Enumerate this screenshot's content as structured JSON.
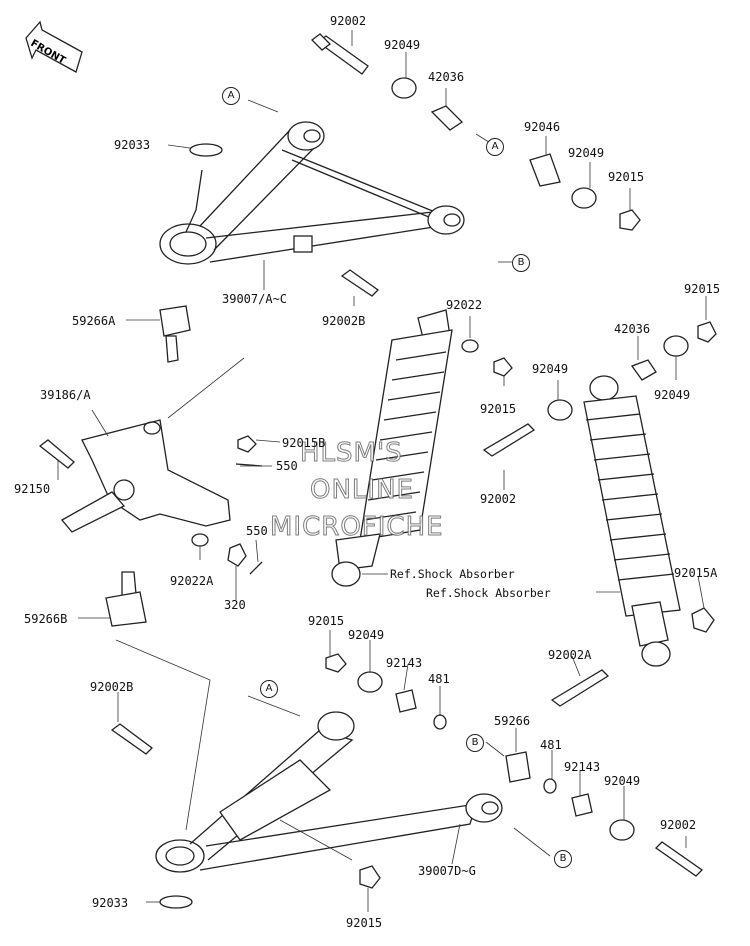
{
  "front_label": "FRONT",
  "watermark": [
    "HLSM'S",
    "ONLINE",
    "MICROFICHE"
  ],
  "labels": {
    "p92002_top": "92002",
    "p92049_top": "92049",
    "p42036_top": "42036",
    "p92046": "92046",
    "p92049_mid": "92049",
    "p92015_top": "92015",
    "p92033_top": "92033",
    "p39007_ac": "39007/A~C",
    "p59266a": "59266A",
    "p92002b_mid": "92002B",
    "p92022": "92022",
    "p92015_shock1": "92015",
    "p92015_right": "92015",
    "p42036_right": "42036",
    "p92049_right1": "92049",
    "p92049_right2": "92049",
    "p39186": "39186/A",
    "p92015b": "92015B",
    "p550_top": "550",
    "p92150": "92150",
    "p92002_shock": "92002",
    "p550_low": "550",
    "p92022a": "92022A",
    "p320": "320",
    "p59266b": "59266B",
    "p92015a": "92015A",
    "p92015_low": "92015",
    "p92049_low": "92049",
    "p92143_low": "92143",
    "p481_low": "481",
    "p92002a": "92002A",
    "p92002b_low": "92002B",
    "p59266": "59266",
    "p481_right": "481",
    "p92143_right": "92143",
    "p92049_right3": "92049",
    "p92002_right": "92002",
    "p39007_dg": "39007D~G",
    "p92033_bottom": "92033",
    "p92015_bottom": "92015"
  },
  "refs": {
    "shock1": "Ref.Shock Absorber",
    "shock2": "Ref.Shock Absorber"
  },
  "callouts": {
    "a1": "A",
    "a2": "A",
    "b1": "B",
    "a3": "A",
    "b2": "B",
    "b3": "B"
  }
}
